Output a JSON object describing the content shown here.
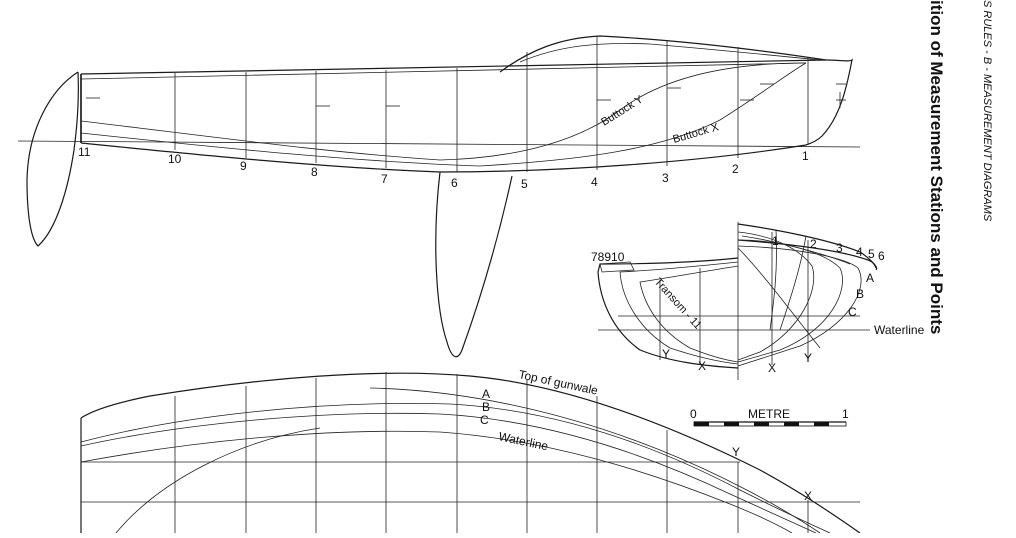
{
  "page": {
    "running_head": "S RULES - B - MEASUREMENT DIAGRAMS",
    "title": "ition of Measurement Stations and Points"
  },
  "profile": {
    "stations": [
      "11",
      "10",
      "9",
      "8",
      "7",
      "6",
      "5",
      "4",
      "3",
      "2",
      "1"
    ],
    "buttock_y_label": "Buttock Y",
    "buttock_x_label": "Buttock X"
  },
  "body_plan": {
    "aft_stations_label": "78910",
    "fwd_stations": [
      "1",
      "2",
      "3",
      "4",
      "5",
      "6"
    ],
    "transom_label": "Transom - 11",
    "waterline_label": "Waterline",
    "points": [
      "A",
      "B",
      "C"
    ],
    "left_buttocks": [
      "Y",
      "X"
    ],
    "right_buttocks": [
      "X",
      "Y"
    ]
  },
  "scale": {
    "start": "0",
    "unit": "METRE",
    "end": "1"
  },
  "plan": {
    "gunwale_label": "Top of gunwale",
    "points": [
      "A",
      "B",
      "C"
    ],
    "waterline_label": "Waterline",
    "buttock_y": "Y",
    "buttock_x": "X"
  }
}
